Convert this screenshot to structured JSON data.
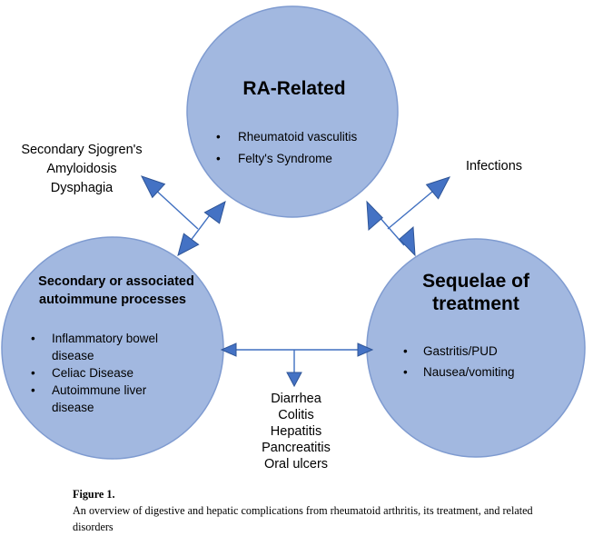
{
  "circles": {
    "top": {
      "title": "RA-Related",
      "items": [
        "Rheumatoid vasculitis",
        "Felty's Syndrome"
      ]
    },
    "left": {
      "title_lines": [
        "Secondary or associated",
        "autoimmune processes"
      ],
      "items": [
        [
          "Inflammatory bowel",
          "disease"
        ],
        [
          "Celiac Disease"
        ],
        [
          "Autoimmune liver",
          "disease"
        ]
      ]
    },
    "right": {
      "title_lines": [
        "Sequelae of",
        "treatment"
      ],
      "items": [
        "Gastritis/PUD",
        "Nausea/vomiting"
      ]
    }
  },
  "outer_labels": {
    "top_left": [
      "Secondary Sjogren's",
      "Amyloidosis",
      "Dysphagia"
    ],
    "top_right": [
      "Infections"
    ],
    "bottom_center": [
      "Diarrhea",
      "Colitis",
      "Hepatitis",
      "Pancreatitis",
      "Oral ulcers"
    ]
  },
  "bullet_char": "•",
  "caption": {
    "label": "Figure 1.",
    "text": "An overview of digestive and hepatic complications from rheumatoid arthritis, its treatment, and related disorders"
  },
  "colors": {
    "circle_fill": "#a2b8e0",
    "arrow": "#4472c4"
  }
}
